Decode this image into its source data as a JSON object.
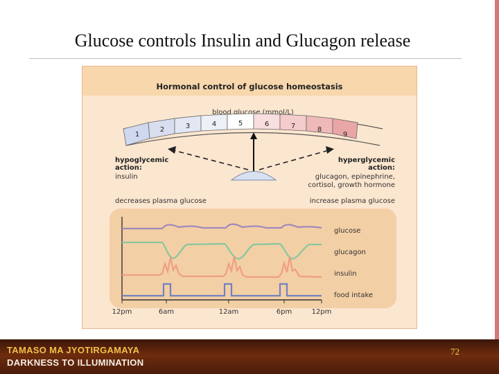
{
  "slide": {
    "title": "Glucose controls Insulin and Glucagon release",
    "page_number": "72"
  },
  "footer": {
    "line1": "TAMASO MA JYOTIRGAMAYA",
    "line2": "DARKNESS TO ILLUMINATION"
  },
  "figure": {
    "heading": "Hormonal control of glucose homeostasis",
    "gauge_label": "blood glucose (mmol/L)",
    "gauge_ticks": [
      "1",
      "2",
      "3",
      "4",
      "5",
      "6",
      "7",
      "8",
      "9"
    ],
    "hypo": {
      "title_line1": "hypoglycemic",
      "title_line2": "action:",
      "hormones": "insulin",
      "effect": "decreases plasma glucose"
    },
    "hyper": {
      "title_line1": "hyperglycemic",
      "title_line2": "action:",
      "hormones_line1": "glucagon, epinephrine,",
      "hormones_line2": "cortisol, growth hormone",
      "effect": "increase plasma glucose"
    },
    "plot": {
      "x_ticks": [
        "12pm",
        "6am",
        "12am",
        "6pm",
        "12pm"
      ],
      "traces": [
        {
          "label": "glucose",
          "color": "#a08aba"
        },
        {
          "label": "glucagon",
          "color": "#86c7a0"
        },
        {
          "label": "insulin",
          "color": "#ef9e84"
        },
        {
          "label": "food intake",
          "color": "#6f82c2"
        }
      ]
    }
  }
}
